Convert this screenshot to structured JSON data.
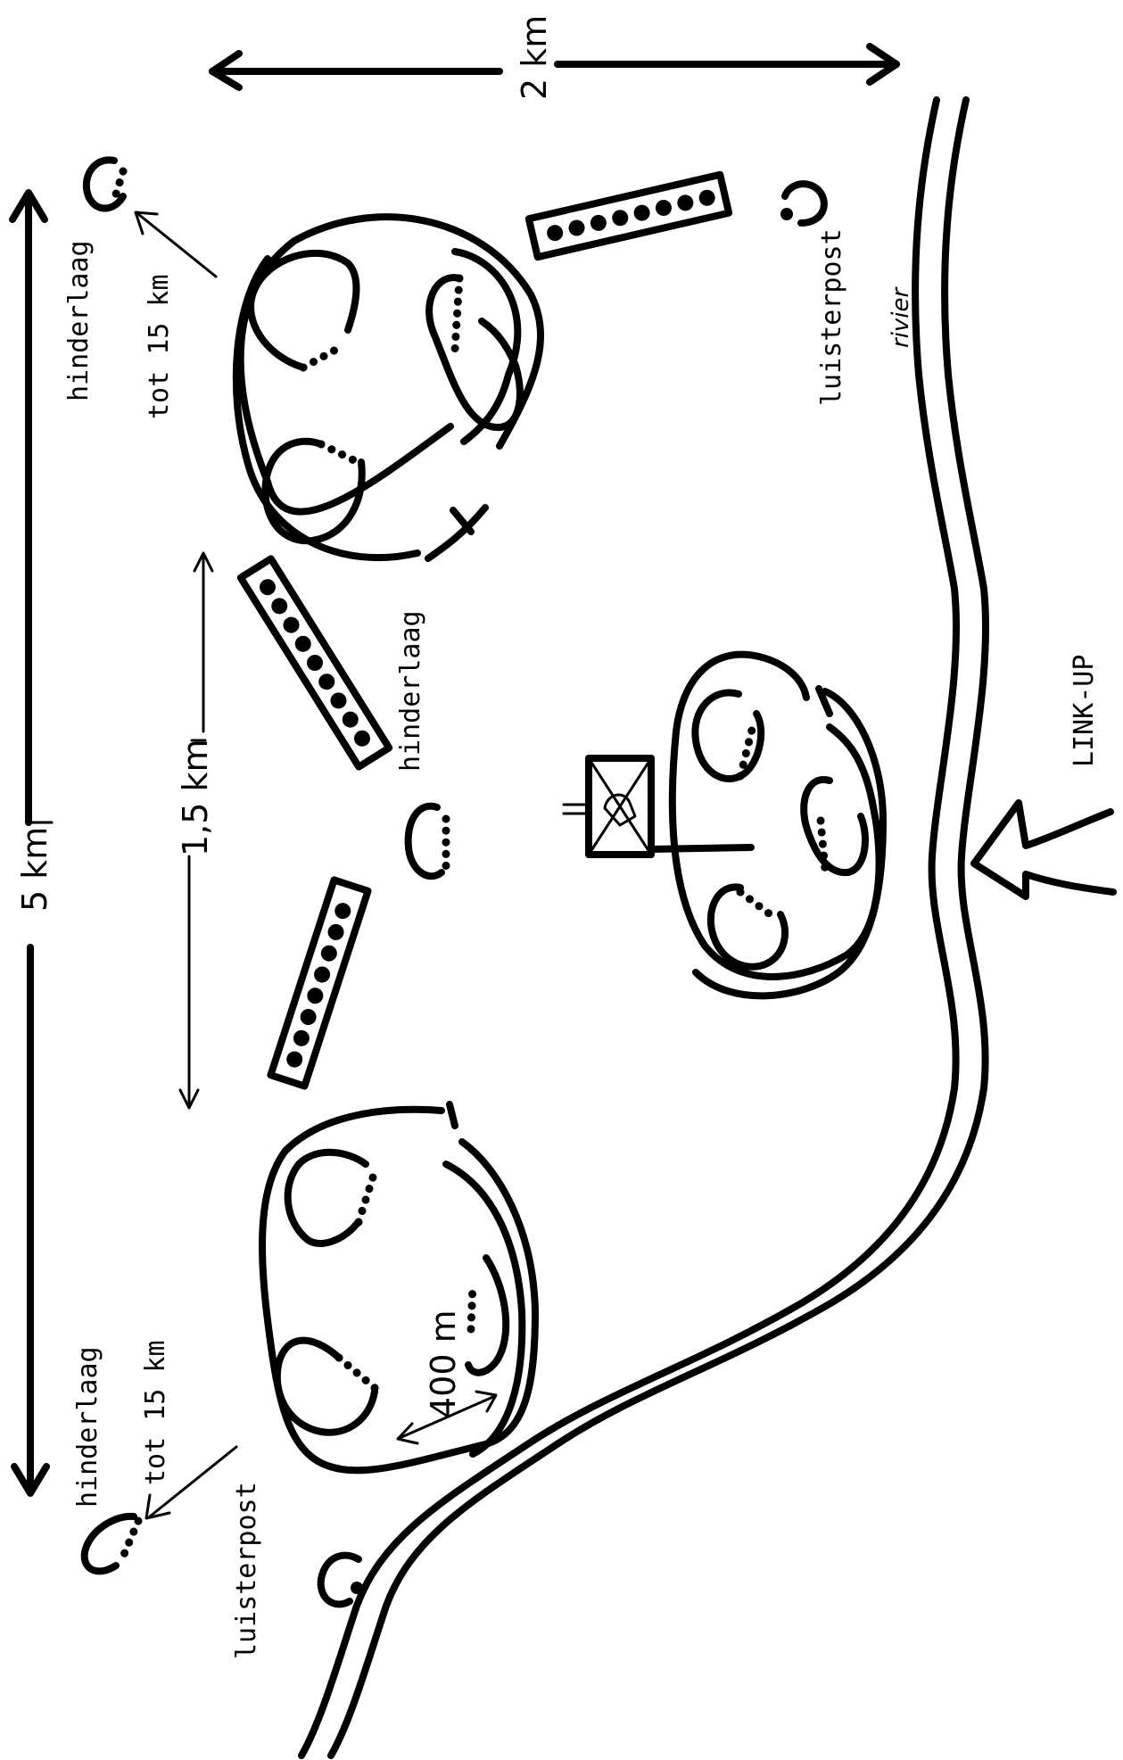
{
  "labels": {
    "dist_2km": "2 km",
    "dist_5km": "5 km",
    "dist_15km": "1,5 km",
    "dist_400m": "400 m",
    "ambush_top": "hinderlaag",
    "ambush_mid": "hinderlaag",
    "ambush_bottom": "hinderlaag",
    "range_top": "tot 15 km",
    "range_bottom": "tot 15 km",
    "listen_top": "luisterpost",
    "listen_bottom": "luisterpost",
    "river": "rivier",
    "linkup": "LINK-UP"
  }
}
